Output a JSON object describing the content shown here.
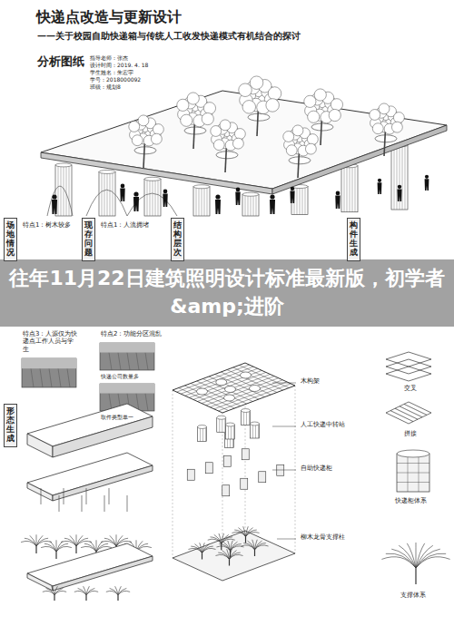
{
  "diagram": {
    "title": "快递点改造与更新设计",
    "nodes": [
      {
        "text": [
          "往年11月22日建筑照明设计标准最新版，初学者&amp;进阶"
        ]
      },
      {
        "text": [
          "场地情况"
        ]
      },
      {
        "text": [
          "现存问题"
        ]
      },
      {
        "text": [
          "结构层次"
        ]
      },
      {
        "text": [
          "构件生成"
        ]
      },
      {
        "text": [
          "形态生成"
        ]
      }
    ],
    "labels": [
      "——关于校园自助快递箱与传统人工收发快递模式有机结合的探讨",
      "分析图纸",
      "指导老师：张杰",
      "设计时间：2019. 4. 18",
      "学生姓名：朱宏宇",
      "学号：2018000092",
      "班级：规划8",
      "特点1：树木较多",
      "特点1：人流拥堵",
      "特点3：人源仅为快递点工作人员与学生",
      "特点2：功能分区混乱",
      "快递公司数量多",
      "取件类型单一",
      "木构架",
      "人工快递中转站",
      "自助快递柜",
      "柳木龙骨支撑柱",
      "交叉",
      "拼接",
      "快递柜体系",
      "支撑体系"
    ]
  }
}
